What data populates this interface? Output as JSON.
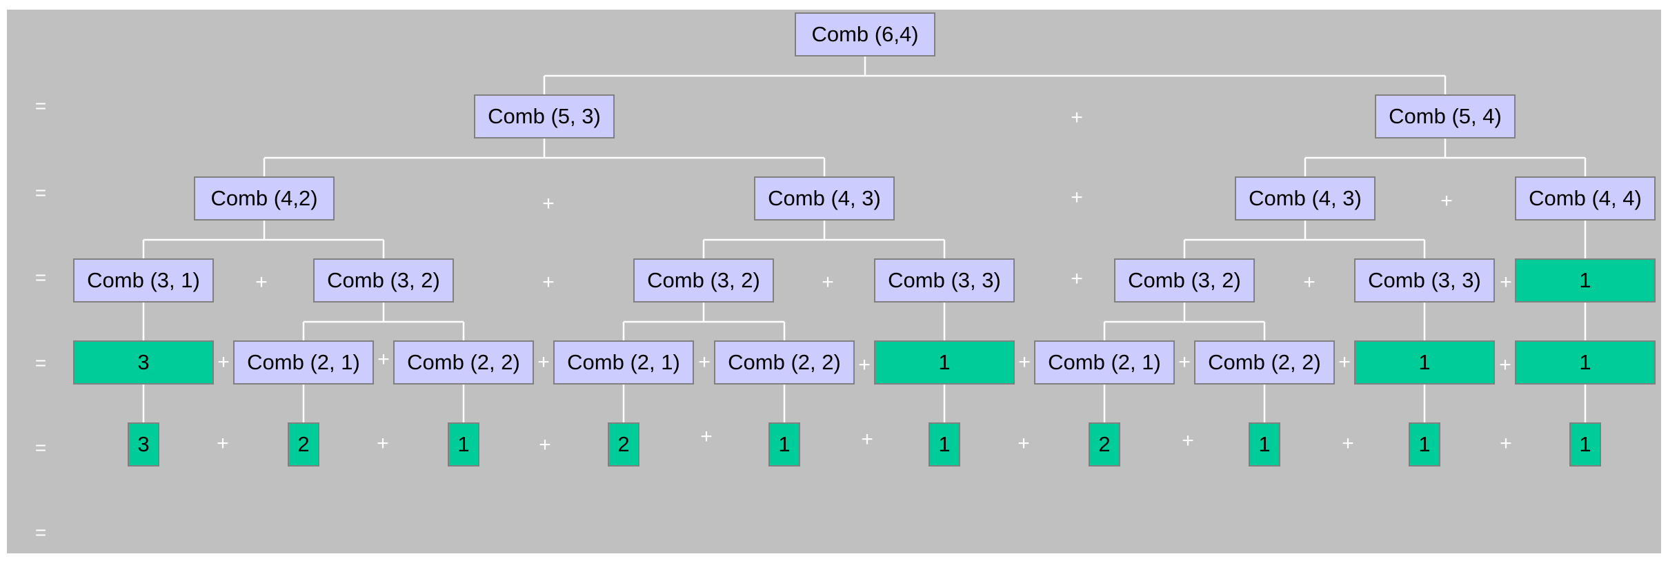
{
  "row_equals": [
    "=",
    "=",
    "=",
    "=",
    "=",
    "="
  ],
  "plus_symbol": "+",
  "nodes": {
    "c64": "Comb (6,4)",
    "c53": "Comb (5, 3)",
    "c54": "Comb (5, 4)",
    "c42": "Comb (4,2)",
    "c43a": "Comb (4, 3)",
    "c43b": "Comb (4, 3)",
    "c44": "Comb (4, 4)",
    "c31": "Comb (3, 1)",
    "c32a": "Comb (3, 2)",
    "c32b": "Comb (3, 2)",
    "c33a": "Comb (3, 3)",
    "c32c": "Comb (3, 2)",
    "c33b": "Comb (3, 3)",
    "v_c44": "1",
    "v_c31": "3",
    "c21a": "Comb (2, 1)",
    "c22a": "Comb (2, 2)",
    "c21b": "Comb (2, 1)",
    "c22b": "Comb (2, 2)",
    "v_c33a": "1",
    "c21c": "Comb (2, 1)",
    "c22c": "Comb (2, 2)",
    "v_c33b": "1",
    "v_c44b": "1",
    "f1": "3",
    "f2": "2",
    "f3": "1",
    "f4": "2",
    "f5": "1",
    "f6": "1",
    "f7": "2",
    "f8": "1",
    "f9": "1",
    "f10": "1"
  },
  "colors": {
    "background": "#c0c0c0",
    "comb_fill": "#ccccff",
    "value_fill": "#00cc99",
    "connector": "#ffffff"
  }
}
